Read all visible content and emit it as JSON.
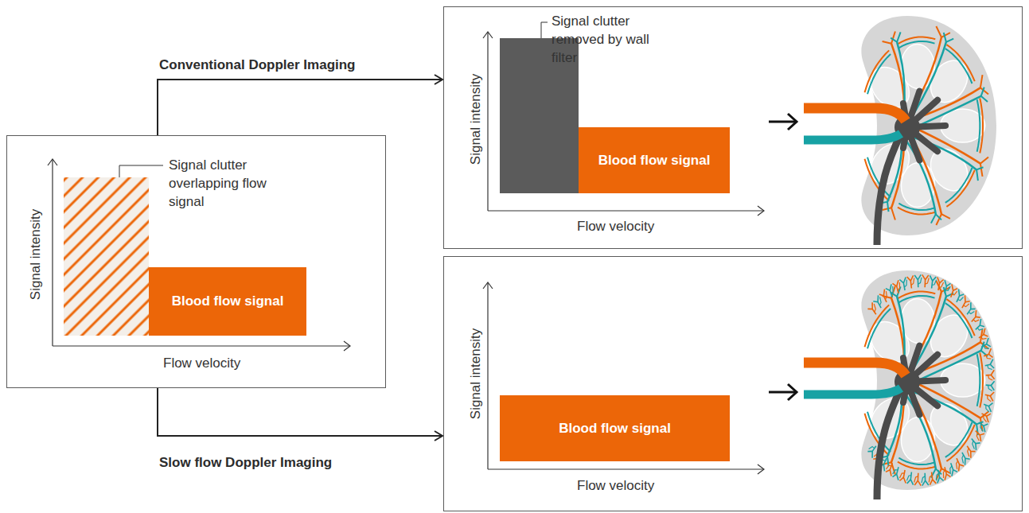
{
  "diagram": {
    "nodes": [
      {
        "text": [
          "Signal intensity",
          "Flow velocity"
        ]
      },
      {
        "text": [
          "Blood flow signal"
        ],
        "in": 0
      },
      {
        "text": [
          "Signal intensity",
          "Flow velocity"
        ]
      },
      {
        "text": [
          "Blood flow signal"
        ],
        "in": 2
      },
      {
        "text": [
          "Signal intensity",
          "Flow velocity"
        ]
      },
      {
        "text": [
          "Blood flow signal"
        ],
        "in": 4
      }
    ],
    "edges": [
      {
        "from": 0,
        "to": 2,
        "arrow": "to",
        "label": "Conventional Doppler Imaging"
      },
      {
        "from": 0,
        "to": 4,
        "arrow": "to",
        "label": "Slow flow Doppler Imaging"
      }
    ],
    "labels": [
      "Signal clutter overlapping flow signal",
      "Signal clutter removed by wall filter"
    ]
  }
}
